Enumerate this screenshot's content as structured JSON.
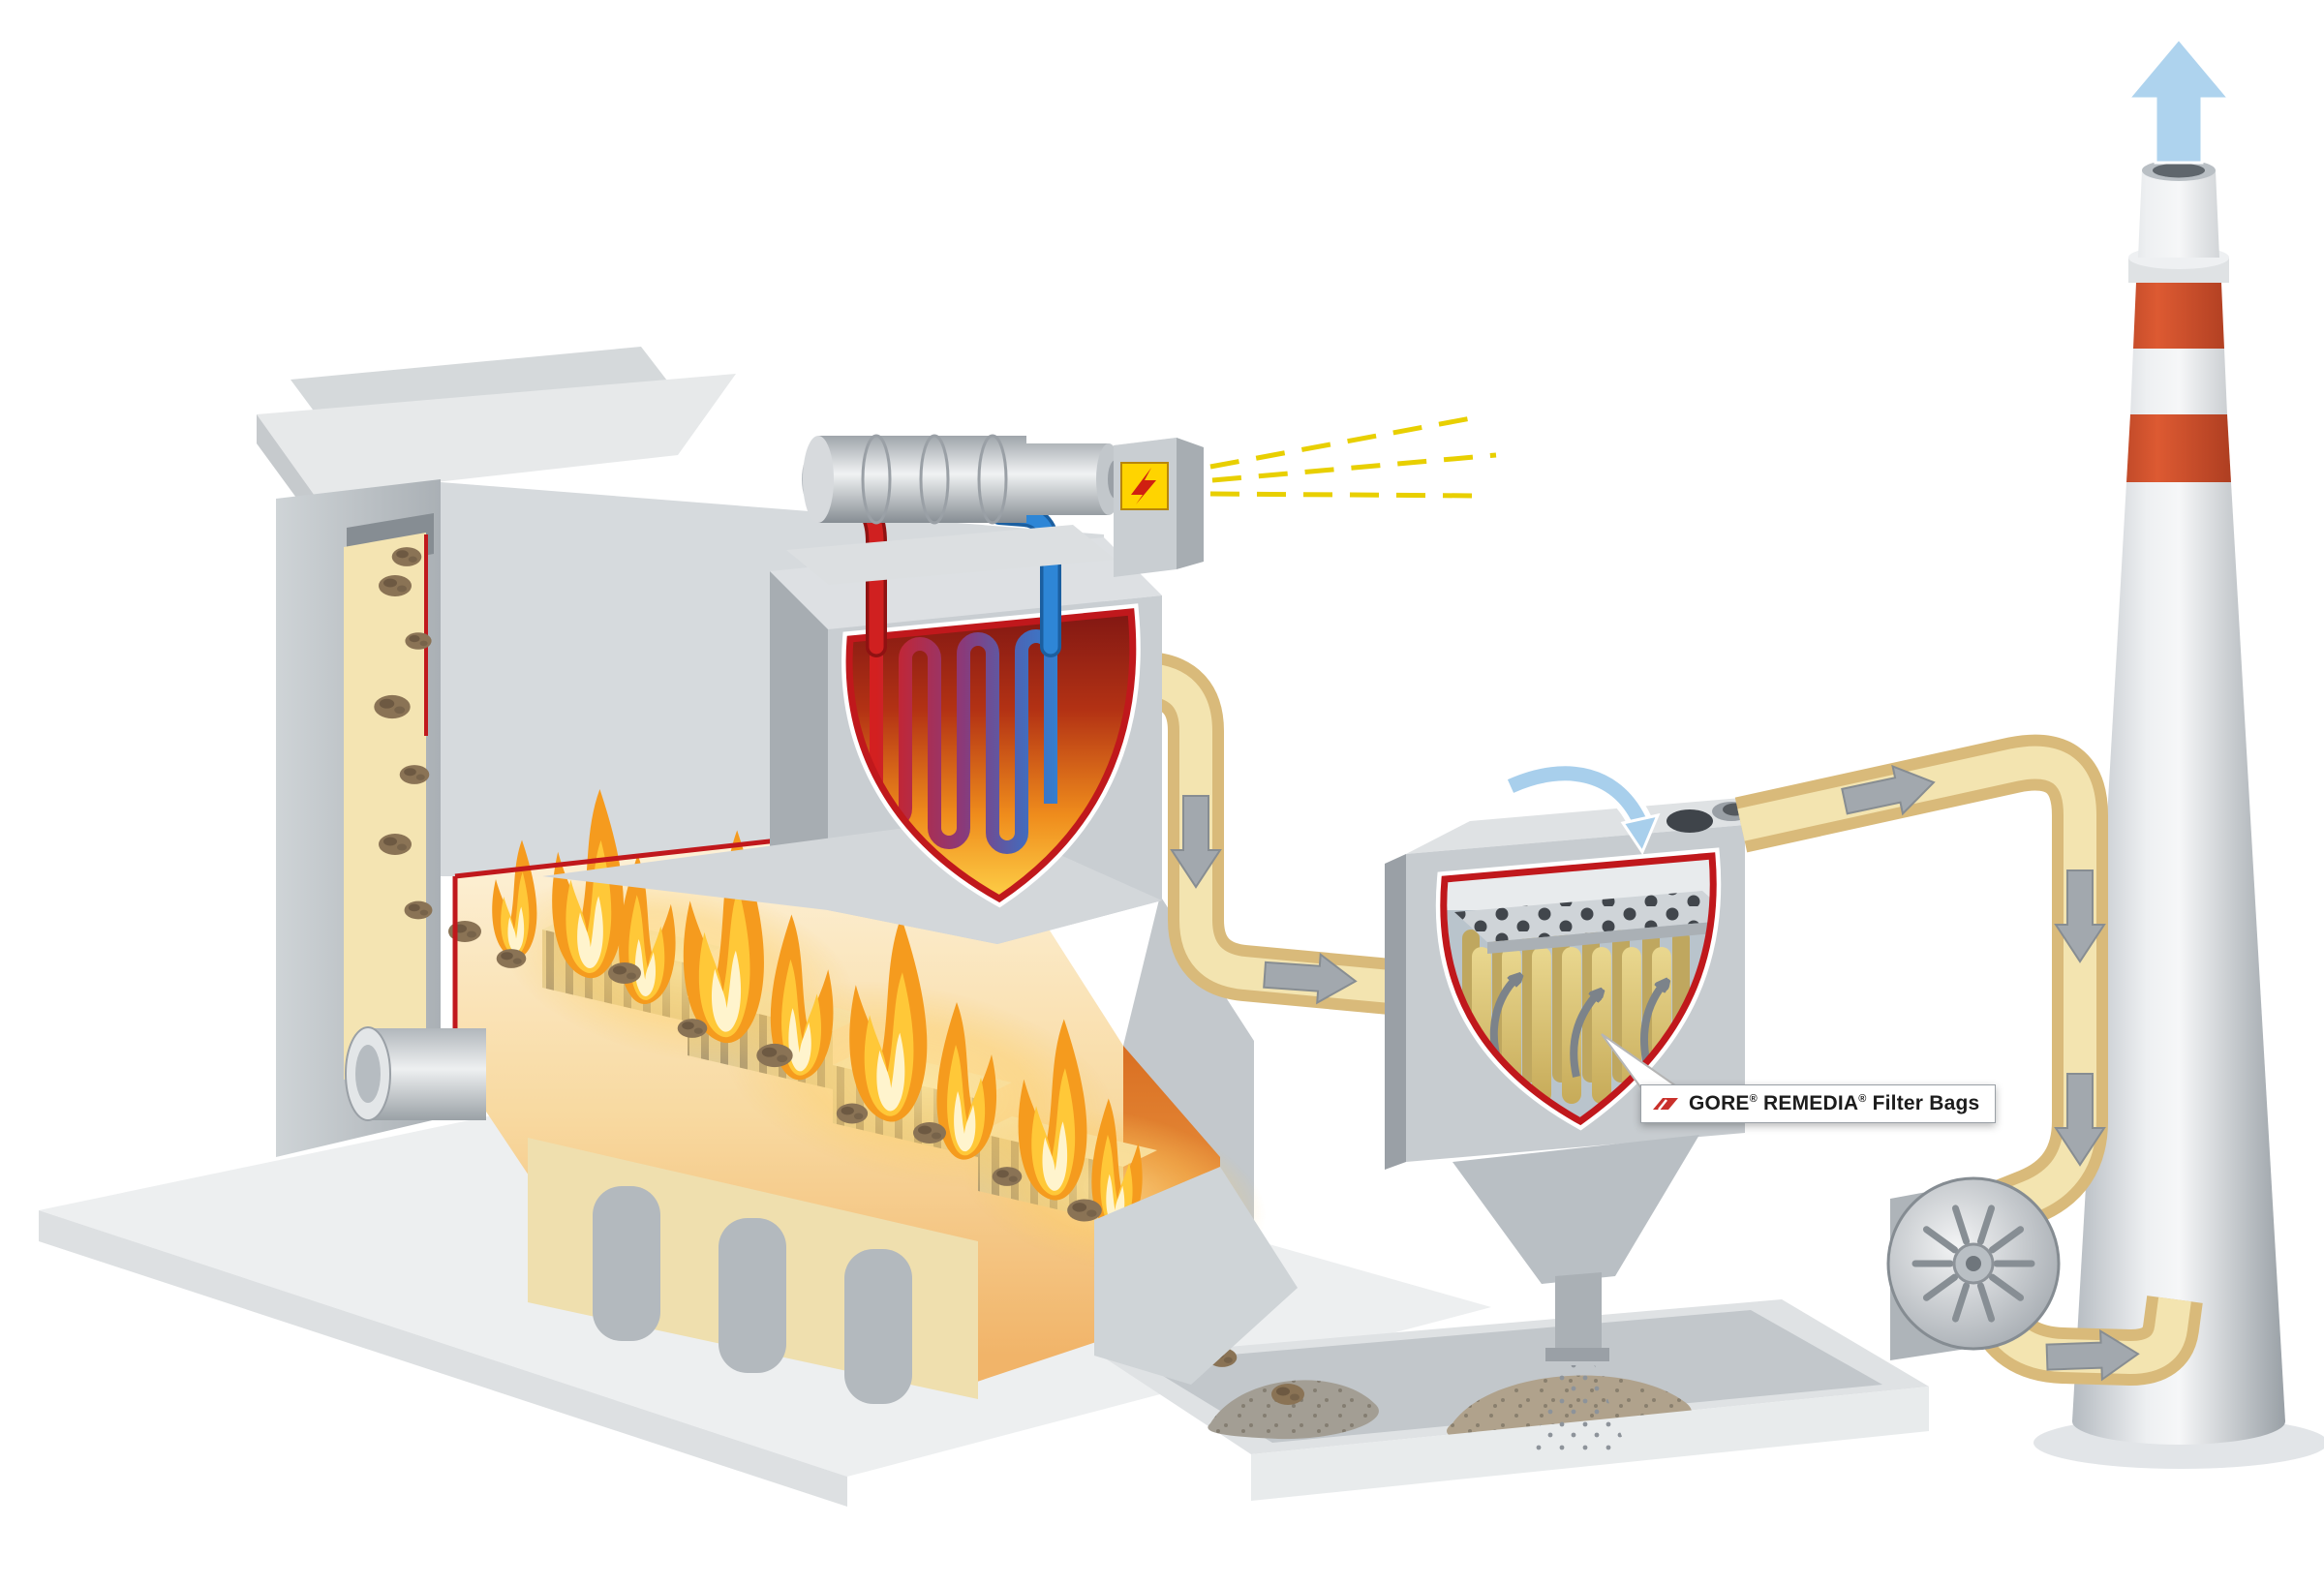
{
  "callout": {
    "brand": "GORE",
    "reg": "®",
    "product": "REMEDIA",
    "suffix": "Filter Bags"
  },
  "colors": {
    "accent_red": "#c0181c",
    "duct_edge": "#d9ba7a",
    "duct_fill": "#f3e4b0",
    "clean_gas_blue": "#aed3ee",
    "lightning_yellow": "#ffd400",
    "pipe_red": "#d02020",
    "pipe_blue": "#2e86d6",
    "steel_light": "#e9ebed",
    "steel_mid": "#c7ccd0",
    "steel_dark": "#9aa0a6",
    "flame_orange": "#f59b1e",
    "flame_yellow": "#ffc838",
    "flame_core": "#fff4cd",
    "waste_brown": "#8a7355",
    "flow_arrow_gray": "#a2a8ae"
  }
}
